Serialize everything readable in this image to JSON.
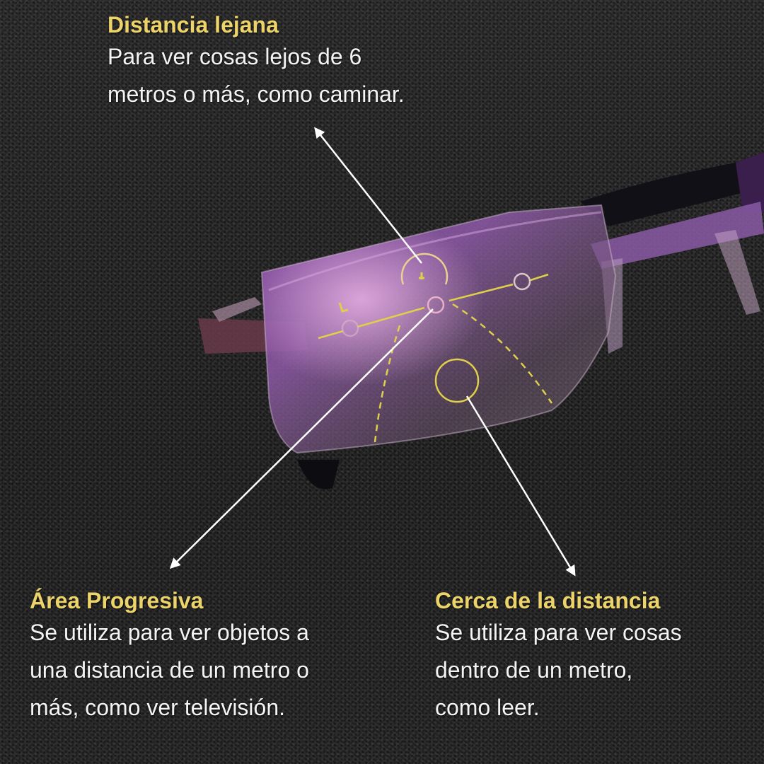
{
  "callouts": {
    "far": {
      "title": "Distancia lejana",
      "body": "Para ver cosas lejos de 6\nmetros o más, como caminar."
    },
    "progressive": {
      "title": "Área Progresiva",
      "body": "Se utiliza para ver objetos a\nuna distancia de un metro o\nmás, como ver televisión."
    },
    "near": {
      "title": "Cerca de la distancia",
      "body": "Se utiliza para ver cosas\ndentro de un metro,\ncomo leer."
    }
  },
  "colors": {
    "title": "#ecd46a",
    "body": "#f4f4f4",
    "lens_tint": "#8a4fb0",
    "guide_lines": "#e0cf4a",
    "background": "#262626"
  }
}
